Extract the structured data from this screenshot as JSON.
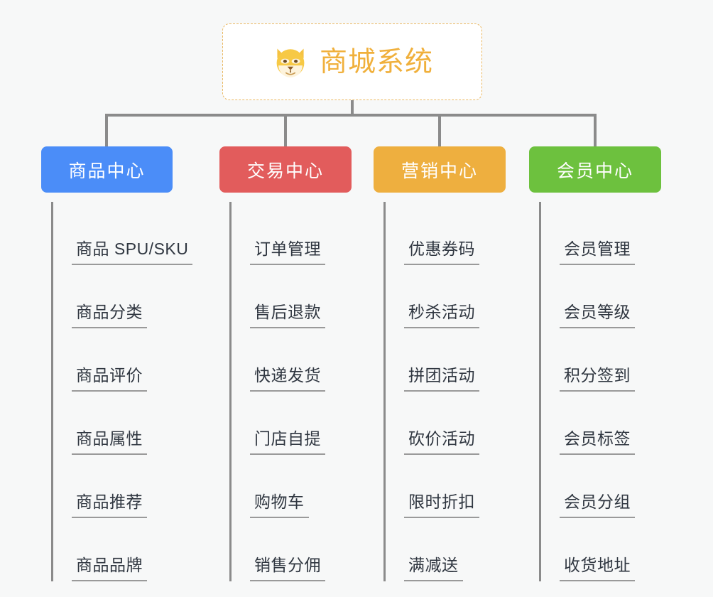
{
  "root": {
    "icon": "dog-face-emoji",
    "title": "商城系统",
    "border_color": "#eab861",
    "text_color": "#f0b03c",
    "background": "#ffffff"
  },
  "canvas": {
    "background": "#f7f8f8",
    "connector_color": "#8b8b8b"
  },
  "columns": [
    {
      "header": "商品中心",
      "color": "#4b8df8",
      "items": [
        "商品 SPU/SKU",
        "商品分类",
        "商品评价",
        "商品属性",
        "商品推荐",
        "商品品牌"
      ]
    },
    {
      "header": "交易中心",
      "color": "#e25c5c",
      "items": [
        "订单管理",
        "售后退款",
        "快递发货",
        "门店自提",
        "购物车",
        "销售分佣"
      ]
    },
    {
      "header": "营销中心",
      "color": "#eeaf3f",
      "items": [
        "优惠券码",
        "秒杀活动",
        "拼团活动",
        "砍价活动",
        "限时折扣",
        "满减送"
      ]
    },
    {
      "header": "会员中心",
      "color": "#6dc13e",
      "items": [
        "会员管理",
        "会员等级",
        "积分签到",
        "会员标签",
        "会员分组",
        "收货地址"
      ]
    }
  ]
}
